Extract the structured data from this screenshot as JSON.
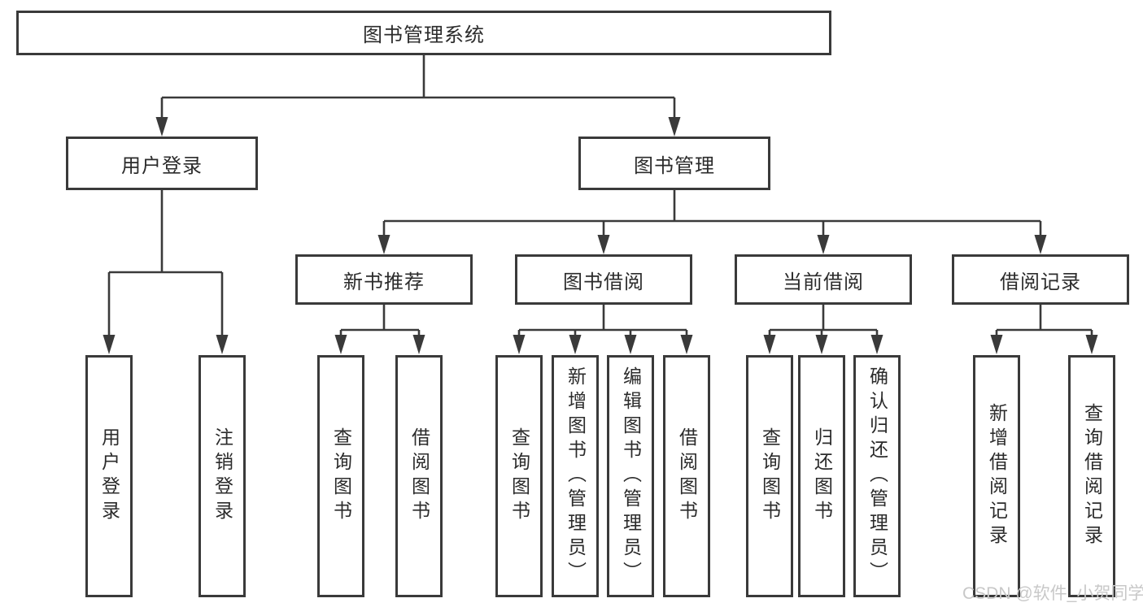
{
  "diagram": {
    "root": {
      "label": "图书管理系统"
    },
    "branches": [
      {
        "label": "用户登录",
        "children": [
          {
            "label": "用户登录"
          },
          {
            "label": "注销登录"
          }
        ]
      },
      {
        "label": "图书管理",
        "children": [
          {
            "label": "新书推荐",
            "children": [
              {
                "label": "查询图书"
              },
              {
                "label": "借阅图书"
              }
            ]
          },
          {
            "label": "图书借阅",
            "children": [
              {
                "label": "查询图书"
              },
              {
                "label": "新增图书（管理员）"
              },
              {
                "label": "编辑图书（管理员）"
              },
              {
                "label": "借阅图书"
              }
            ]
          },
          {
            "label": "当前借阅",
            "children": [
              {
                "label": "查询图书"
              },
              {
                "label": "归还图书"
              },
              {
                "label": "确认归还（管理员）"
              }
            ]
          },
          {
            "label": "借阅记录",
            "children": [
              {
                "label": "新增借阅记录"
              },
              {
                "label": "查询借阅记录"
              }
            ]
          }
        ]
      }
    ],
    "watermark": "CSDN @软件_小贺同学",
    "colors": {
      "line": "#3a3a3a",
      "text": "#2b2b2b",
      "box_background": "#ffffff",
      "page_background": "#ffffff",
      "watermark": "#c8c8c8"
    }
  }
}
